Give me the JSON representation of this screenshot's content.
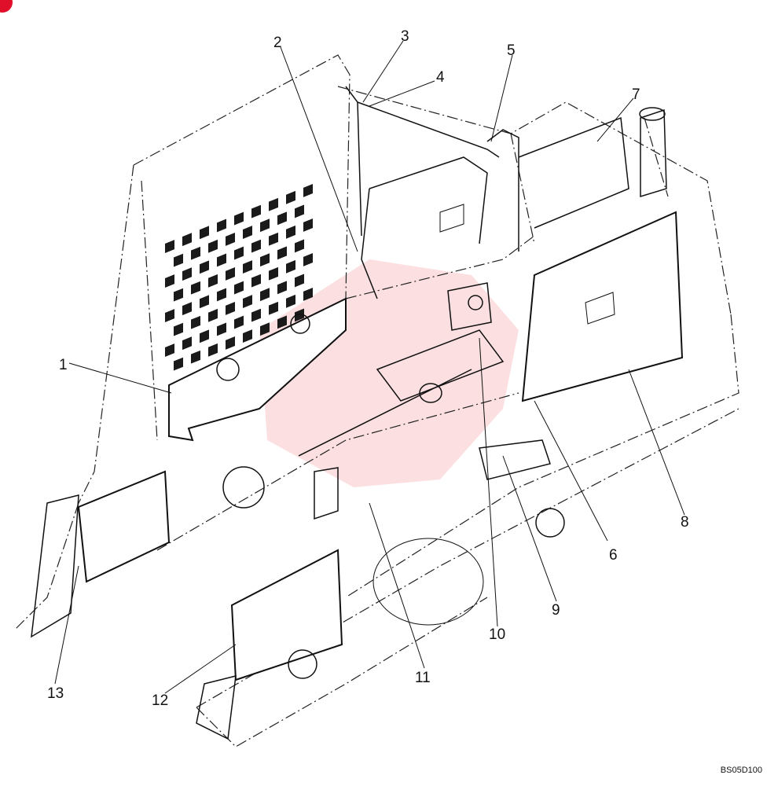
{
  "callouts": [
    "1",
    "2",
    "3",
    "4",
    "5",
    "6",
    "7",
    "8",
    "9",
    "10",
    "11",
    "12",
    "13"
  ],
  "drawing_code": "BS05D100",
  "colors": {
    "line": "#111111",
    "watermark": "#e8262e",
    "badge": "#e0102a"
  }
}
